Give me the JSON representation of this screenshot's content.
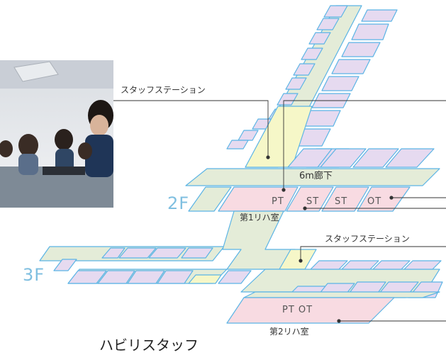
{
  "labels": {
    "staff_station_top": "スタッフステーション",
    "staff_station_3f": "スタッフステーション",
    "corridor": "6m廊下",
    "floor_2f": "2F",
    "floor_3f": "3F",
    "rehab_room_1": "第1リハ室",
    "rehab_room_2": "第2リハ室",
    "caption": "ハビリスタッフ"
  },
  "rooms_2f": {
    "pt": "PT",
    "st1": "ST",
    "st2": "ST",
    "ot": "OT"
  },
  "rooms_3f": {
    "pt_ot": "PT OT"
  },
  "colors": {
    "outline": "#5bb4e5",
    "corridor_fill": "#e4ecd8",
    "patient_room_fill": "#e6daf0",
    "staff_station_fill": "#f6f7c8",
    "rehab_fill": "#f8dbe2",
    "floor_label": "#7fbfe0"
  }
}
